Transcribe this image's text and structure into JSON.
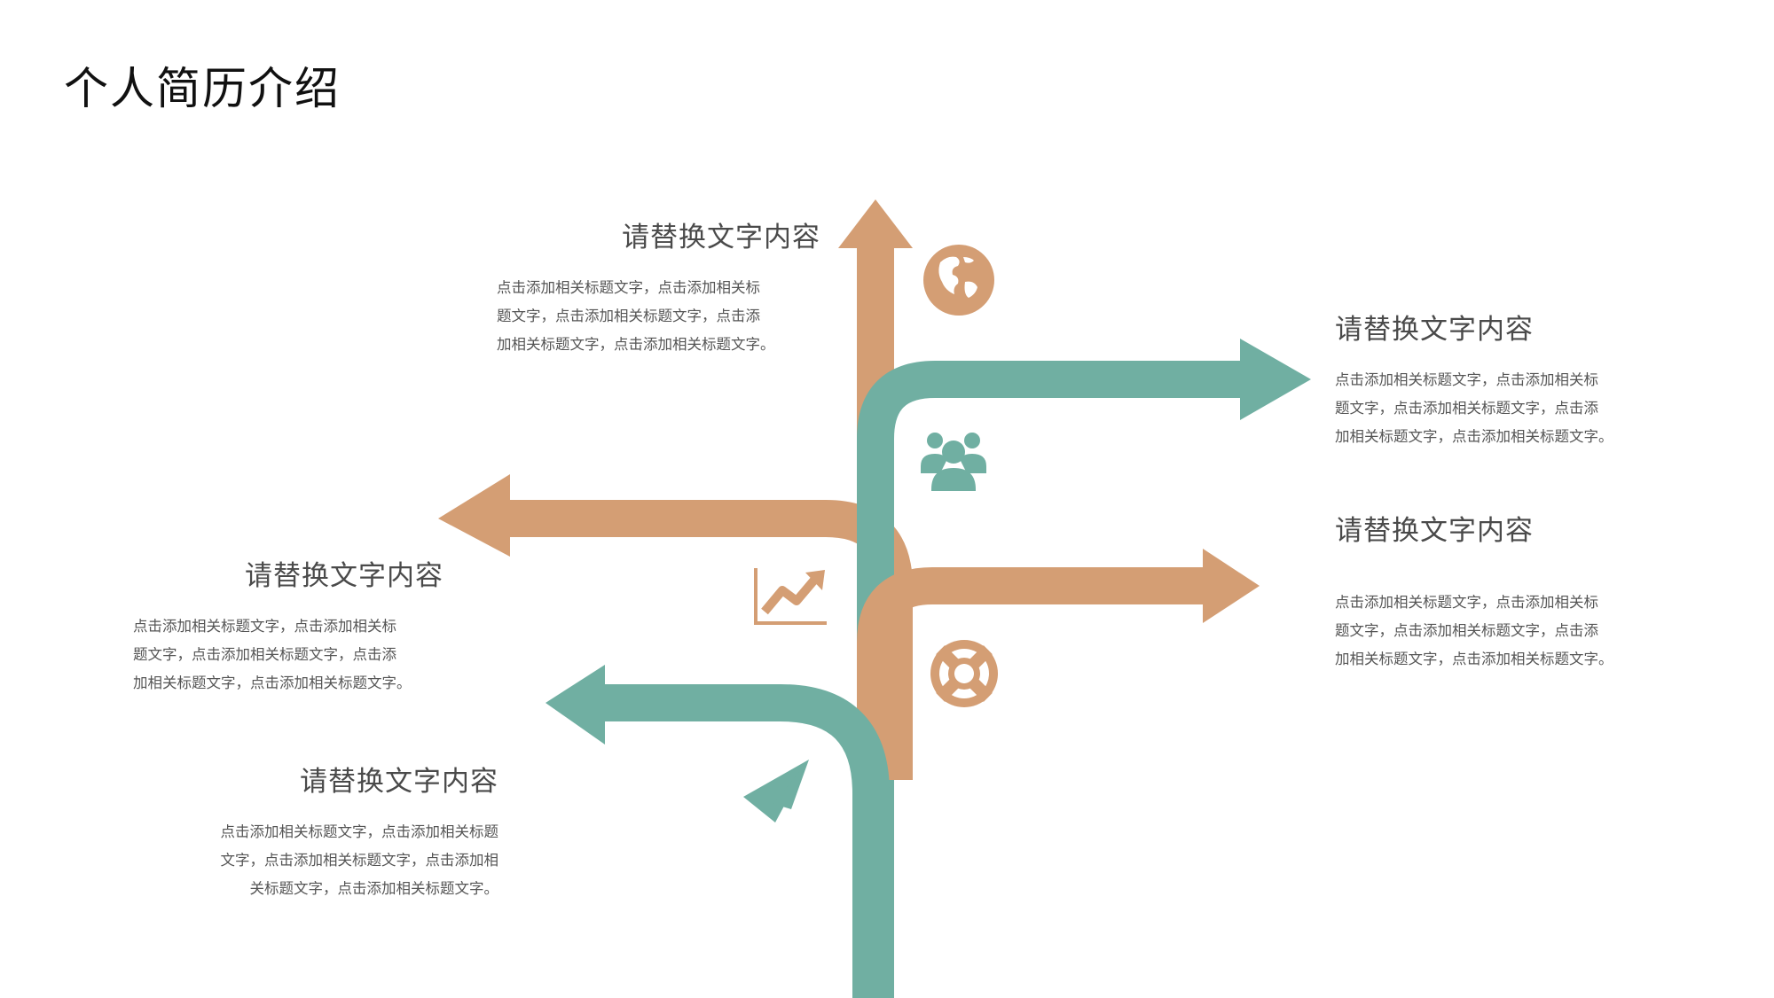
{
  "title": "个人简历介绍",
  "colors": {
    "orange": "#D49E74",
    "teal": "#70AFA2"
  },
  "blocks": [
    {
      "id": "top",
      "heading": "请替换文字内容",
      "lines": [
        "点击添加相关标题文字，点击添加相关标",
        "题文字，点击添加相关标题文字，点击添",
        "加相关标题文字，点击添加相关标题文字。"
      ]
    },
    {
      "id": "right1",
      "heading": "请替换文字内容",
      "lines": [
        "点击添加相关标题文字，点击添加相关标",
        "题文字，点击添加相关标题文字，点击添",
        "加相关标题文字，点击添加相关标题文字。"
      ]
    },
    {
      "id": "right2",
      "heading": "请替换文字内容",
      "lines": [
        "点击添加相关标题文字，点击添加相关标",
        "题文字，点击添加相关标题文字，点击添",
        "加相关标题文字，点击添加相关标题文字。"
      ]
    },
    {
      "id": "left1",
      "heading": "请替换文字内容",
      "lines": [
        "点击添加相关标题文字，点击添加相关标",
        "题文字，点击添加相关标题文字，点击添",
        "加相关标题文字，点击添加相关标题文字。"
      ]
    },
    {
      "id": "left2",
      "heading": "请替换文字内容",
      "lines": [
        "点击添加相关标题文字，点击添加相关标题",
        "文字，点击添加相关标题文字，点击添加相",
        "关标题文字，点击添加相关标题文字。"
      ]
    }
  ],
  "icons": [
    "globe-icon",
    "users-icon",
    "chart-growth-icon",
    "lifebuoy-icon",
    "paper-plane-icon"
  ]
}
